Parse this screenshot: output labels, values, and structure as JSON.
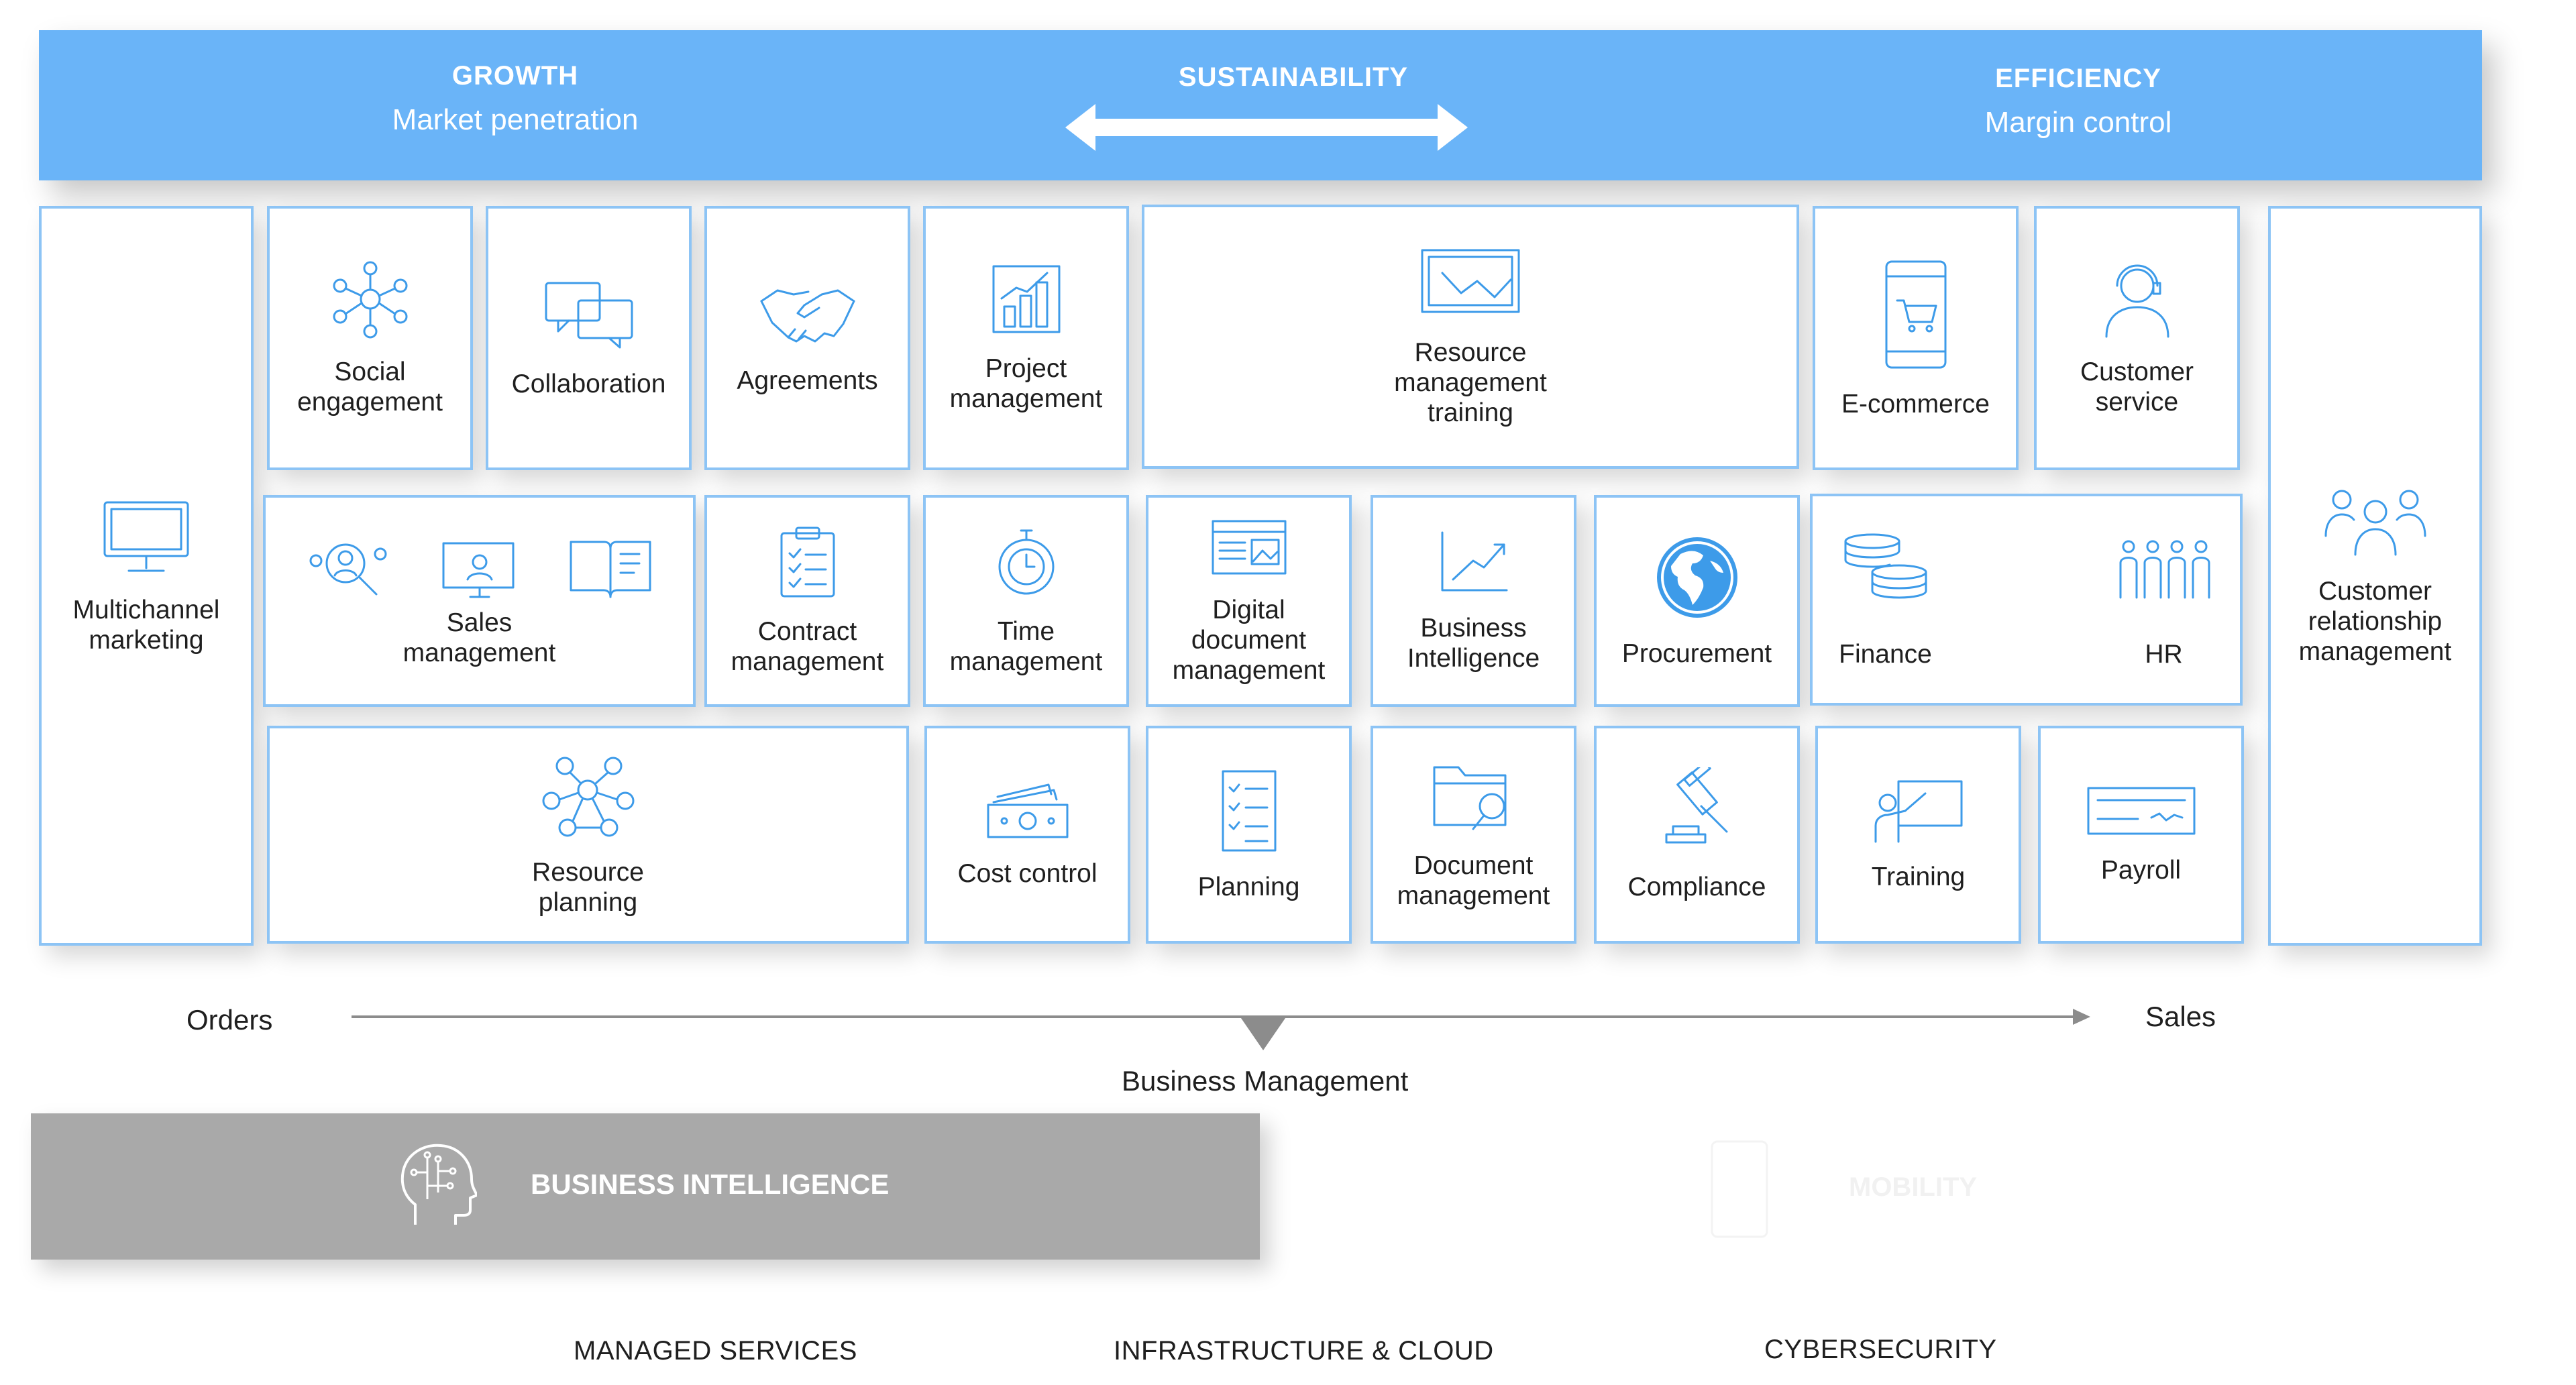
{
  "banner": {
    "growth_title": "GROWTH",
    "growth_sub": "Market penetration",
    "sustainability_title": "SUSTAINABILITY",
    "efficiency_title": "EFFICIENCY",
    "efficiency_sub": "Margin control"
  },
  "tiles": {
    "multichannel": "Multichannel\nmarketing",
    "social": "Social\nengagement",
    "collaboration": "Collaboration",
    "agreements": "Agreements",
    "project": "Project\nmanagement",
    "resource_training": "Resource\nmanagement\ntraining",
    "ecommerce": "E-commerce",
    "customer_service": "Customer\nservice",
    "crm": "Customer\nrelationship\nmanagement",
    "sales": "Sales\nmanagement",
    "contract": "Contract\nmanagement",
    "time": "Time\nmanagement",
    "digital_doc": "Digital\ndocument\nmanagement",
    "bi": "Business\nIntelligence",
    "procurement": "Procurement",
    "finance": "Finance",
    "hr": "HR",
    "resource_planning": "Resource\nplanning",
    "cost_control": "Cost control",
    "planning": "Planning",
    "document": "Document\nmanagement",
    "compliance": "Compliance",
    "training": "Training",
    "payroll": "Payroll"
  },
  "flow": {
    "start": "Orders",
    "end": "Sales",
    "center": "Business Management"
  },
  "bottom": {
    "bi_title": "BUSINESS INTELLIGENCE",
    "ghost_label": "MOBILITY",
    "services": [
      "MANAGED SERVICES",
      "INFRASTRUCTURE & CLOUD",
      "CYBERSECURITY"
    ]
  },
  "colors": {
    "accent": "#6ab4f8",
    "border": "#8dc4f5",
    "icon": "#3d9be9",
    "bi_band": "#a9a9a9"
  }
}
